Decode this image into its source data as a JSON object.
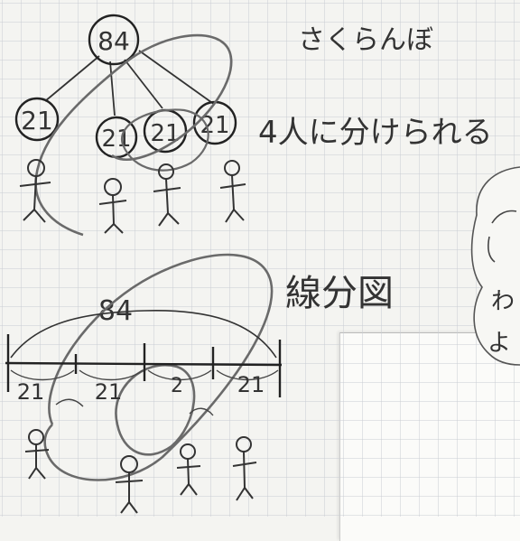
{
  "heading_sakuranbo": "さくらんぼ",
  "total_top": "84",
  "parts_top": [
    "21",
    "21",
    "21",
    "21"
  ],
  "caption_top": "4人に分けられる",
  "heading_senbunzu": "線分図",
  "total_segment": "84",
  "parts_segment": [
    "21",
    "21",
    "2",
    "21"
  ],
  "note_fragment": [
    "わ",
    "よ"
  ],
  "colors": {
    "ink": "#333333",
    "grid": "#c9ccd3",
    "paper": "#f4f4f1"
  }
}
